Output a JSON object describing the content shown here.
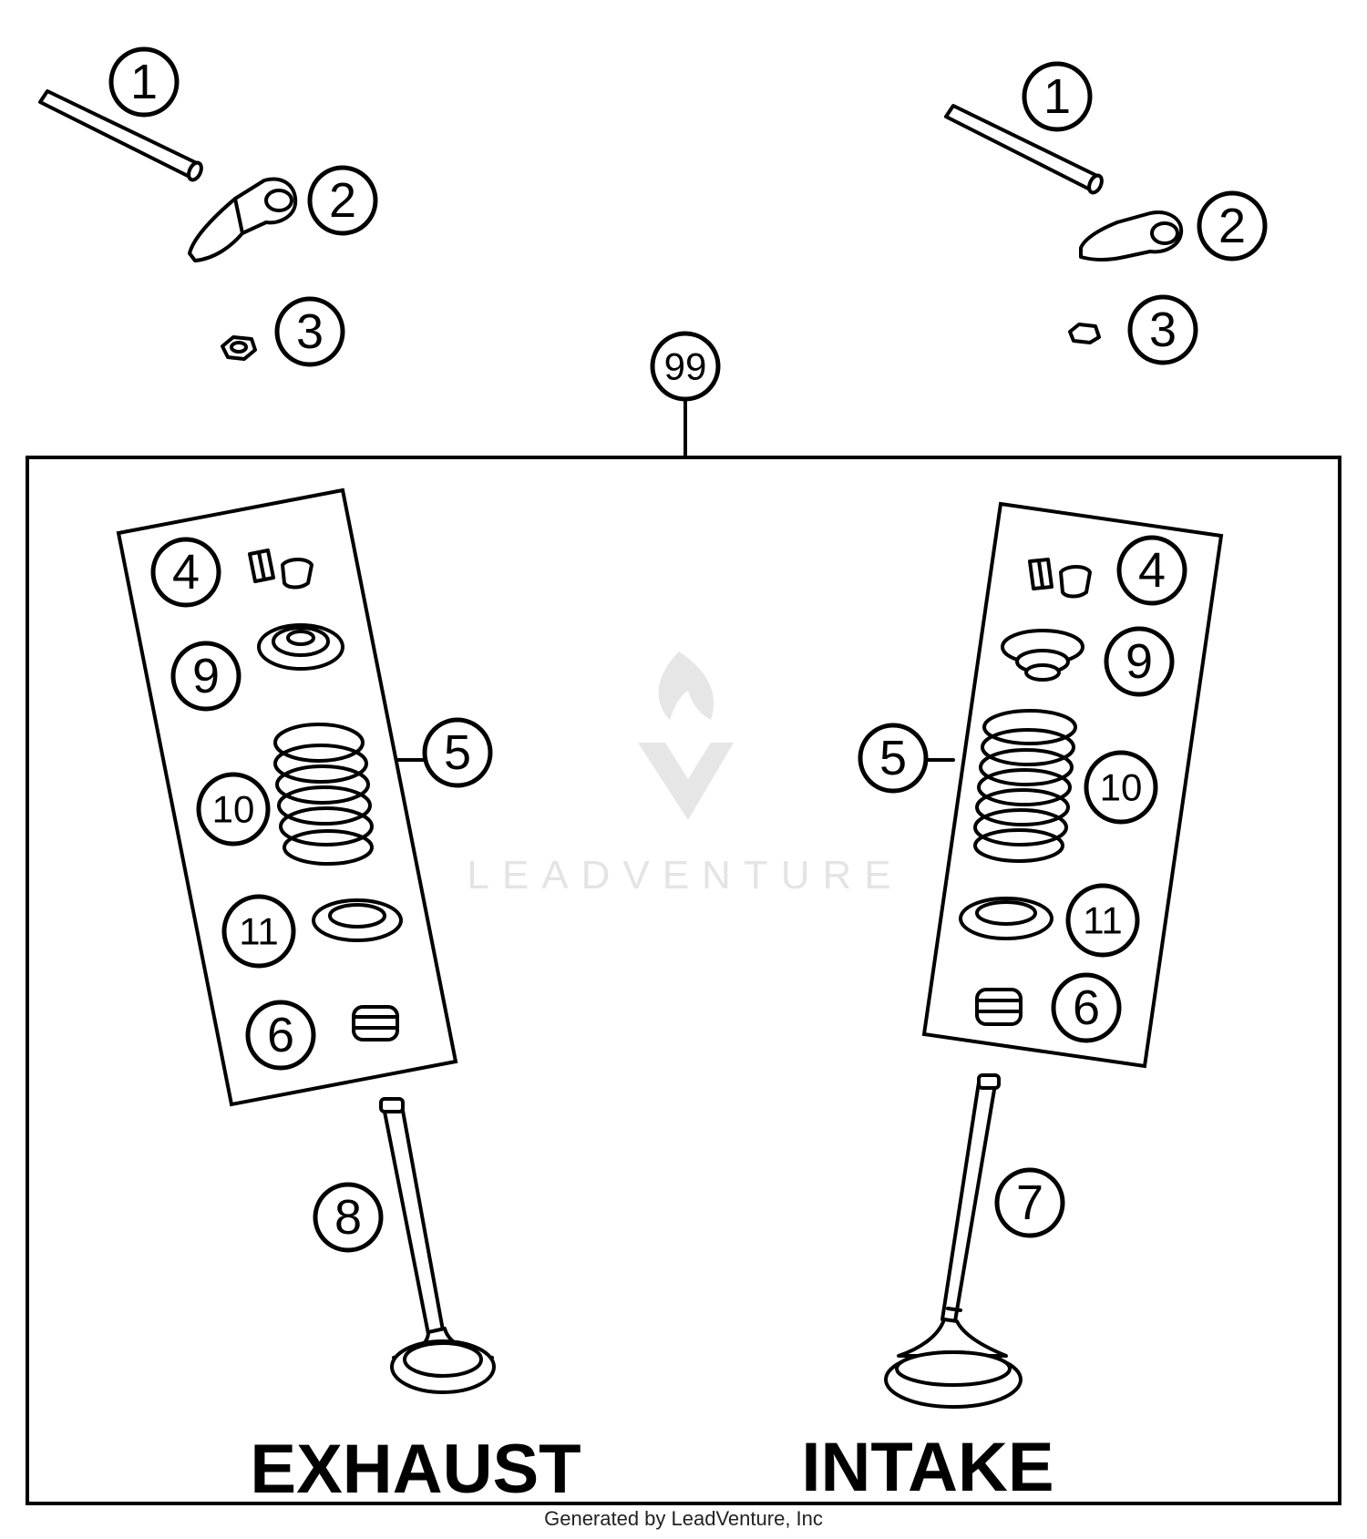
{
  "callouts": {
    "c1": "1",
    "c2": "2",
    "c3": "3",
    "c4": "4",
    "c5": "5",
    "c6": "6",
    "c7": "7",
    "c8": "8",
    "c9": "9",
    "c10": "10",
    "c11": "11",
    "c99": "99"
  },
  "labels": {
    "exhaust": "EXHAUST",
    "intake": "INTAKE"
  },
  "watermark": {
    "brand": "LEADVENTURE"
  },
  "credit": "Generated by LeadVenture, Inc",
  "colors": {
    "line": "#000000",
    "background": "#ffffff",
    "watermark": "#e4e4e4"
  }
}
